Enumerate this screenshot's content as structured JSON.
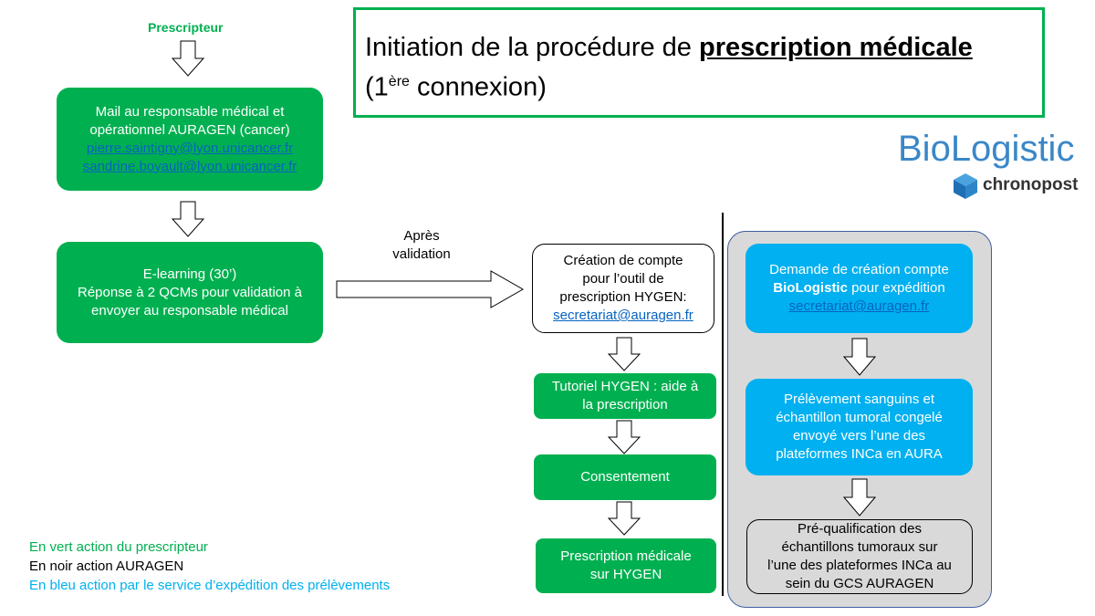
{
  "prescripteur_label": "Prescripteur",
  "title": {
    "prefix": "Initiation de la procédure de ",
    "bold": "prescription médicale",
    "line2_pre": "(1",
    "line2_sup": "ère",
    "line2_post": " connexion)"
  },
  "logo": {
    "biologistic": "BioLogistic",
    "chronopost": "chronopost"
  },
  "boxes": {
    "mail": {
      "line1": "Mail au responsable médical  et",
      "line2": "opérationnel AURAGEN (cancer)",
      "email1": "pierre.saintigny@lyon.unicancer.fr",
      "email2": "sandrine.boyault@lyon.unicancer.fr"
    },
    "elearning": {
      "line1": "E-learning (30’)",
      "line2": "Réponse à 2 QCMs pour validation à",
      "line3": "envoyer au responsable médical"
    },
    "apres": {
      "line1": "Après",
      "line2": "validation"
    },
    "creation": {
      "line1": "Création de compte",
      "line2": "pour l’outil de",
      "line3": "prescription HYGEN:",
      "email": "secretariat@auragen.fr"
    },
    "tutoriel": {
      "line1": "Tutoriel HYGEN : aide à",
      "line2": "la prescription"
    },
    "consentement": {
      "line1": "Consentement"
    },
    "prescription": {
      "line1": "Prescription médicale",
      "line2": "sur HYGEN"
    },
    "demande": {
      "line1": "Demande de création compte",
      "bold": "BioLogistic",
      "line2_rest": " pour expédition",
      "email": "secretariat@auragen.fr"
    },
    "prelevement": {
      "line1": "Prélèvement sanguins et",
      "line2": "échantillon tumoral congelé",
      "line3": "envoyé vers l’une des",
      "line4": "plateformes INCa en AURA"
    },
    "prequal": {
      "line1": "Pré-qualification des",
      "line2": "échantillons tumoraux sur",
      "line3": "l’une des plateformes INCa au",
      "line4": "sein du GCS AURAGEN"
    }
  },
  "legend": {
    "green": "En vert action du prescripteur",
    "black": "En noir action AURAGEN",
    "blue": "En bleu action par le service d’expédition des prélèvements"
  },
  "colors": {
    "green": "#00b050",
    "blue": "#00b0f0",
    "grey": "#d9d9d9",
    "link": "#0563c1",
    "biologistic": "#3a87c8"
  }
}
